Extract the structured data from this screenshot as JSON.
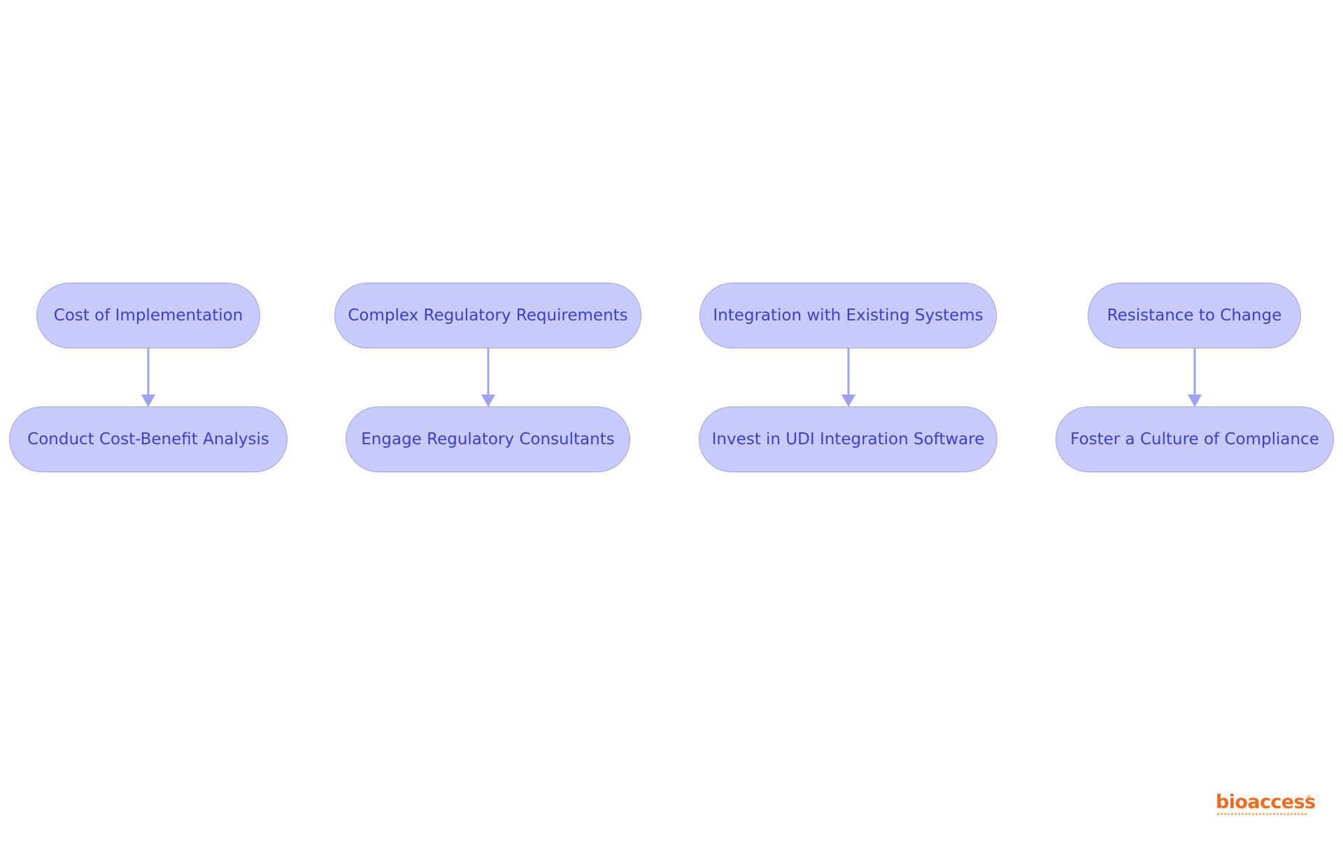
{
  "diagram": {
    "columns": [
      {
        "challenge": "Cost of Implementation",
        "solution": "Conduct Cost-Benefit Analysis"
      },
      {
        "challenge": "Complex Regulatory Requirements",
        "solution": "Engage Regulatory Consultants"
      },
      {
        "challenge": "Integration with Existing Systems",
        "solution": "Invest in UDI Integration Software"
      },
      {
        "challenge": "Resistance to Change",
        "solution": "Foster a Culture of Compliance"
      }
    ],
    "colors": {
      "node_fill": "#c8cafc",
      "node_border": "#9ea3ef",
      "text": "#3a3fd0",
      "arrow": "#9ea3ef"
    }
  },
  "logo": {
    "text": "bioaccess",
    "registered": "®",
    "color": "#f26b1d"
  }
}
